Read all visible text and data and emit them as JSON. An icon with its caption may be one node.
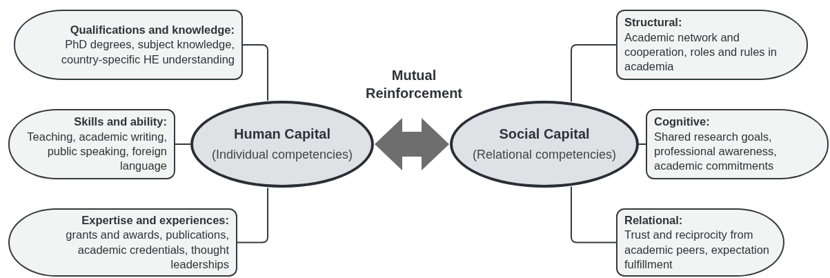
{
  "diagram": {
    "nodes": [
      {
        "text": [
          "Human Capital",
          "(Individual competencies)"
        ]
      },
      {
        "text": [
          "Social Capital",
          "(Relational competencies)"
        ]
      },
      {
        "text": [
          "Qualifications and knowledge:",
          "PhD degrees, subject knowledge, country-specific HE understanding"
        ]
      },
      {
        "text": [
          "Skills and ability:",
          "Teaching, academic writing, public speaking, foreign language"
        ]
      },
      {
        "text": [
          "Expertise and experiences:",
          "grants and awards, publications, academic credentials, thought leaderships"
        ]
      },
      {
        "text": [
          "Structural:",
          "Academic network and cooperation, roles and rules in academia"
        ]
      },
      {
        "text": [
          "Cognitive:",
          "Shared research goals, professional awareness, academic commitments"
        ]
      },
      {
        "text": [
          "Relational:",
          "Trust and reciprocity from academic peers, expectation fulfillment"
        ]
      }
    ],
    "edges": [
      {
        "from": 0,
        "to": 1,
        "arrow": "both",
        "style": "thick",
        "color": "#6e6e6e"
      },
      {
        "from": 0,
        "to": 2,
        "arrow": "none"
      },
      {
        "from": 0,
        "to": 3,
        "arrow": "none"
      },
      {
        "from": 0,
        "to": 4,
        "arrow": "none"
      },
      {
        "from": 1,
        "to": 5,
        "arrow": "none"
      },
      {
        "from": 1,
        "to": 6,
        "arrow": "none"
      },
      {
        "from": 1,
        "to": 7,
        "arrow": "none"
      }
    ],
    "labels": [
      "Mutual Reinforcement"
    ]
  }
}
